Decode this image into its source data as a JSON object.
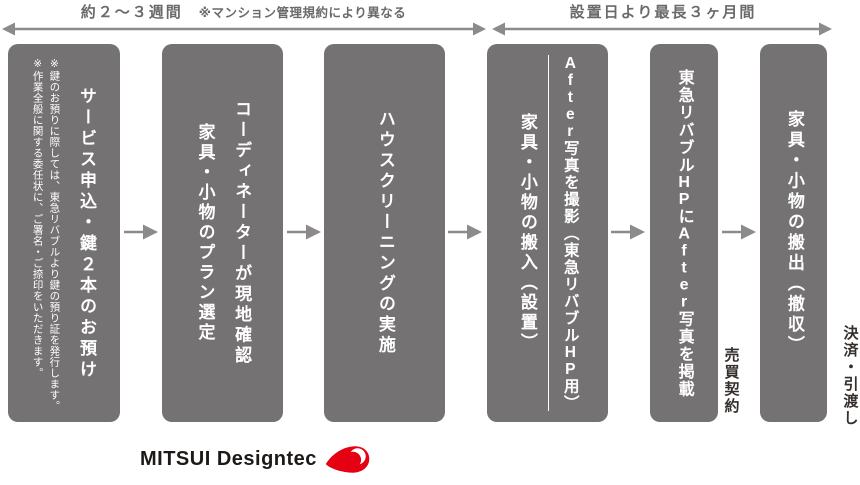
{
  "timeline": {
    "phase1": {
      "duration": "約２〜３週間",
      "note": "※マンション管理規約により異なる"
    },
    "phase2": {
      "duration": "設置日より最長３ヶ月間"
    }
  },
  "steps": [
    {
      "title": "サービス申込・鍵２本のお預け",
      "notes": [
        "※鍵のお預りに際しては、東急リバブルより鍵の預り証を発行します。",
        "※作業全般に関する委任状に、ご署名・ご捺印をいただきます。"
      ]
    },
    {
      "line1": "コーディネーターが現地確認",
      "line2": "家具・小物のプラン選定"
    },
    {
      "title": "ハウスクリーニングの実施"
    },
    {
      "line1": "After写真を撮影（東急リバブルHP用）",
      "line2": "家具・小物の搬入（設置）"
    },
    {
      "title": "東急リバブルHPにAfter写真を掲載"
    },
    {
      "title": "家具・小物の搬出（撤収）"
    }
  ],
  "milestones": {
    "contract": "売買契約",
    "handover": "決済・引渡し"
  },
  "logo": {
    "name": "MITSUI Designtec"
  },
  "colors": {
    "box_gray": "#747272",
    "arrow_gray": "#8c8a8a",
    "label_gray": "#6b6969",
    "milestone_dark": "#352e2b",
    "logo_red": "#e50012"
  }
}
